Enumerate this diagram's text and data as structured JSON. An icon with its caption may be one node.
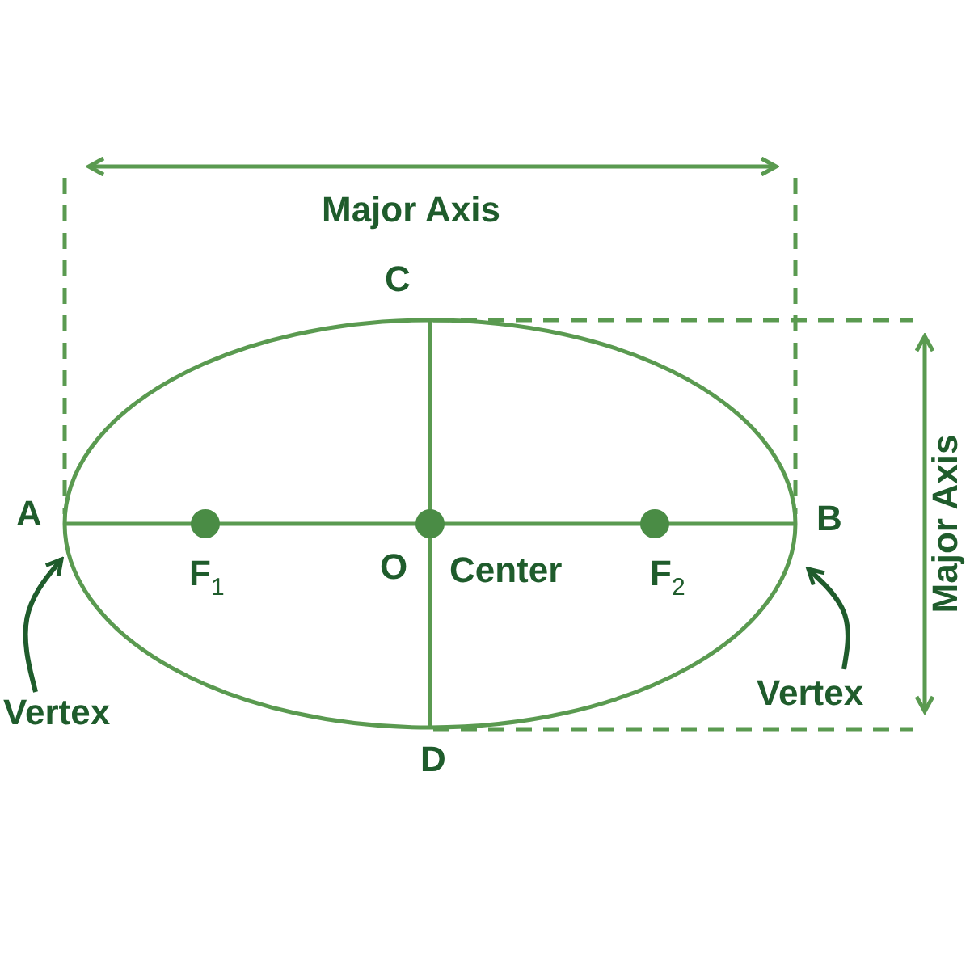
{
  "diagram": {
    "nodes": [
      {
        "text": [
          "Vertex"
        ]
      },
      {
        "text": [
          "Vertex"
        ]
      }
    ],
    "edges": [
      {
        "from": 0,
        "to": null,
        "arrow": "to"
      },
      {
        "from": 1,
        "to": null,
        "arrow": "to"
      }
    ],
    "labels": [
      "Major Axis",
      "C",
      "A",
      "F$_{1}$",
      "O",
      "Center",
      "F$_{2}$",
      "B",
      "D",
      "Major Axis"
    ]
  }
}
